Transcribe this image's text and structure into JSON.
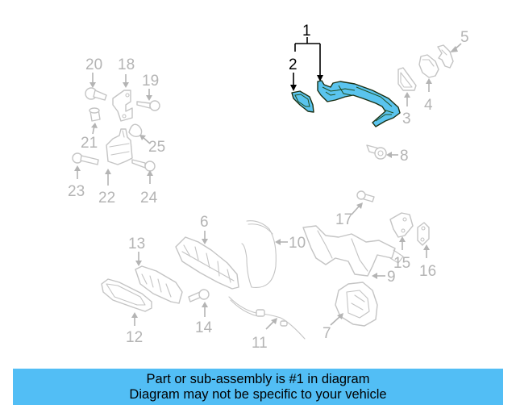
{
  "diagram": {
    "highlight_color": "#52bef5",
    "part_fill_color": "#5ac4ee",
    "muted_color": "#b4b4b4",
    "callouts": [
      {
        "id": "1",
        "label": "1",
        "highlighted": true
      },
      {
        "id": "2",
        "label": "2",
        "highlighted": true
      },
      {
        "id": "3",
        "label": "3",
        "highlighted": false
      },
      {
        "id": "4",
        "label": "4",
        "highlighted": false
      },
      {
        "id": "5",
        "label": "5",
        "highlighted": false
      },
      {
        "id": "6",
        "label": "6",
        "highlighted": false
      },
      {
        "id": "7",
        "label": "7",
        "highlighted": false
      },
      {
        "id": "8",
        "label": "8",
        "highlighted": false
      },
      {
        "id": "9",
        "label": "9",
        "highlighted": false
      },
      {
        "id": "10",
        "label": "10",
        "highlighted": false
      },
      {
        "id": "11",
        "label": "11",
        "highlighted": false
      },
      {
        "id": "12",
        "label": "12",
        "highlighted": false
      },
      {
        "id": "13",
        "label": "13",
        "highlighted": false
      },
      {
        "id": "14",
        "label": "14",
        "highlighted": false
      },
      {
        "id": "15",
        "label": "15",
        "highlighted": false
      },
      {
        "id": "16",
        "label": "16",
        "highlighted": false
      },
      {
        "id": "17",
        "label": "17",
        "highlighted": false
      },
      {
        "id": "18",
        "label": "18",
        "highlighted": false
      },
      {
        "id": "19",
        "label": "19",
        "highlighted": false
      },
      {
        "id": "20",
        "label": "20",
        "highlighted": false
      },
      {
        "id": "21",
        "label": "21",
        "highlighted": false
      },
      {
        "id": "22",
        "label": "22",
        "highlighted": false
      },
      {
        "id": "23",
        "label": "23",
        "highlighted": false
      },
      {
        "id": "24",
        "label": "24",
        "highlighted": false
      },
      {
        "id": "25",
        "label": "25",
        "highlighted": false
      }
    ]
  },
  "banner": {
    "line1": "Part or sub-assembly is #1 in diagram",
    "line2": "Diagram may not be specific to your vehicle"
  }
}
